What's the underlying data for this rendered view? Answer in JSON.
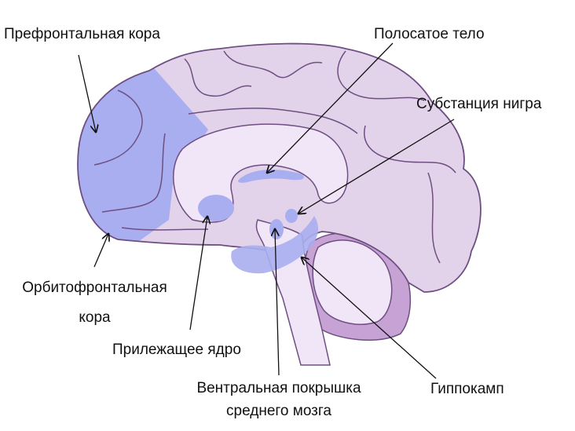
{
  "title": "Brain reward system diagram",
  "labels": {
    "prefrontal": "Префронтальная кора",
    "striatum": "Полосатое тело",
    "substantia_nigra": "Субстанция нигра",
    "orbitofrontal_1": "Орбитофронтальная",
    "orbitofrontal_2": "кора",
    "nucleus_accumbens": "Прилежащее ядро",
    "vta_1": "Вентральная покрышка",
    "vta_2": "среднего мозга",
    "hippocampus": "Гиппокамп"
  },
  "colors": {
    "brain": "#e3d3ea",
    "inner": "#f1e5f8",
    "highlight": "#a9aef0",
    "cerebellum_ring": "#c7a2d4",
    "outline": "#6e4f82"
  }
}
